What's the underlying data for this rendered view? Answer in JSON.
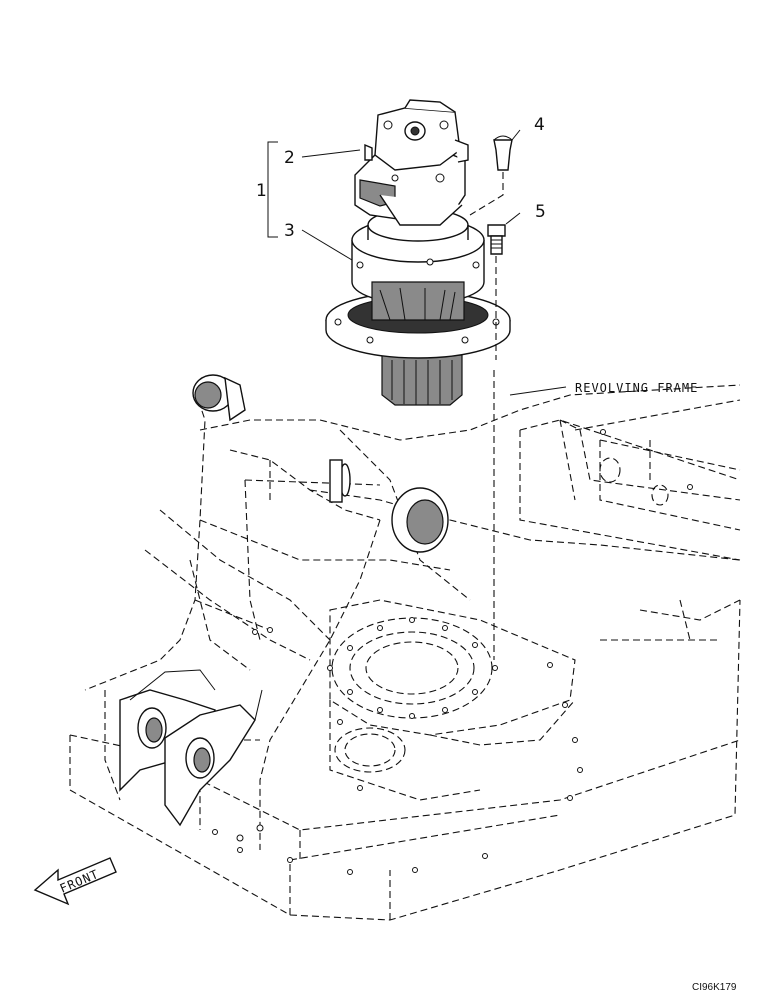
{
  "diagram": {
    "callouts": {
      "group_1": "1",
      "part_2": "2",
      "part_3": "3",
      "part_4": "4",
      "part_5": "5"
    },
    "frame_label": "REVOLVING FRAME",
    "direction_label": "FRONT",
    "figure_code": "CI96K179"
  }
}
